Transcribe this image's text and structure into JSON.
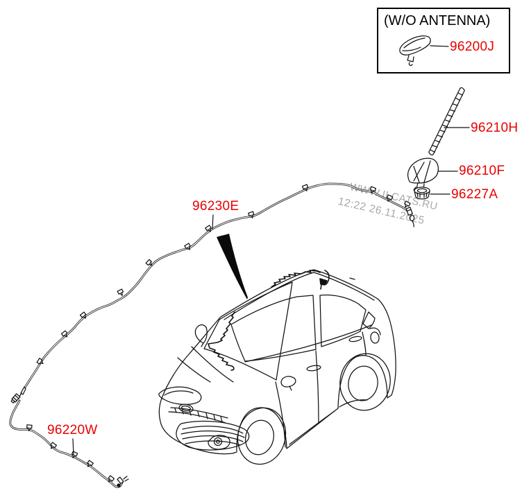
{
  "box": {
    "title": "(W/O ANTENNA)"
  },
  "parts": {
    "antenna_assembly": {
      "code": "96200J"
    },
    "antenna_mast": {
      "code": "96210H"
    },
    "antenna_base": {
      "code": "96210F"
    },
    "antenna_grommet": {
      "code": "96227A"
    },
    "roof_feeder_cable": {
      "code": "96230E"
    },
    "main_feeder_cable": {
      "code": "96220W"
    }
  },
  "watermark": {
    "site": "WWW.ILCATS.RU",
    "timestamp": "12:22 26.11.2025"
  },
  "colors": {
    "part_label": "#e80000",
    "line_art": "#111111",
    "watermark": "#a9a9a9",
    "background": "#ffffff"
  }
}
